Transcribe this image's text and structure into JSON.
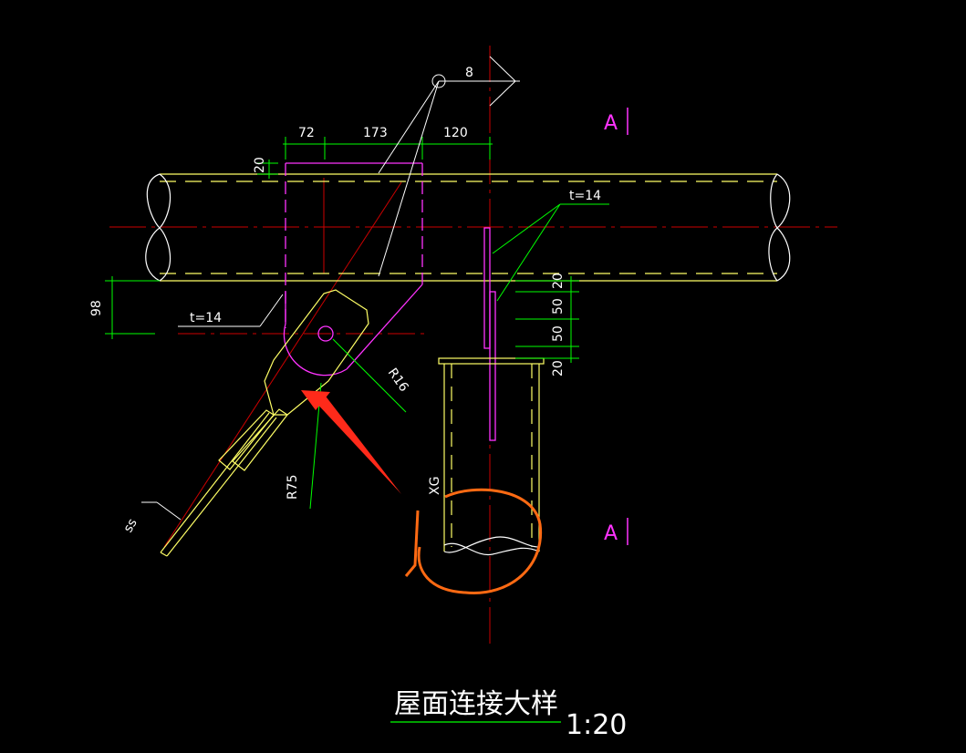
{
  "drawing": {
    "title": "屋面连接大样",
    "scale": "1:20",
    "section_mark": "A",
    "weld_size": "8",
    "dimensions": {
      "top": [
        "72",
        "173",
        "120"
      ],
      "left_20": "20",
      "left_98": "98",
      "right": [
        "20",
        "50",
        "50",
        "20"
      ]
    },
    "labels": {
      "plate_thickness_left": "t=14",
      "plate_thickness_right": "t=14",
      "radius_small": "R16",
      "radius_large": "R75",
      "tube_label": "XG",
      "rod_label": "ss"
    },
    "colors": {
      "background": "#000000",
      "tube": "#ffff66",
      "plate": "#ff33ff",
      "dimension": "#00ff00",
      "center_line": "#cc0000",
      "leader": "#ffffff",
      "annotation_arrow": "#ff2a1a",
      "annotation_circle": "#ff6a13"
    }
  }
}
